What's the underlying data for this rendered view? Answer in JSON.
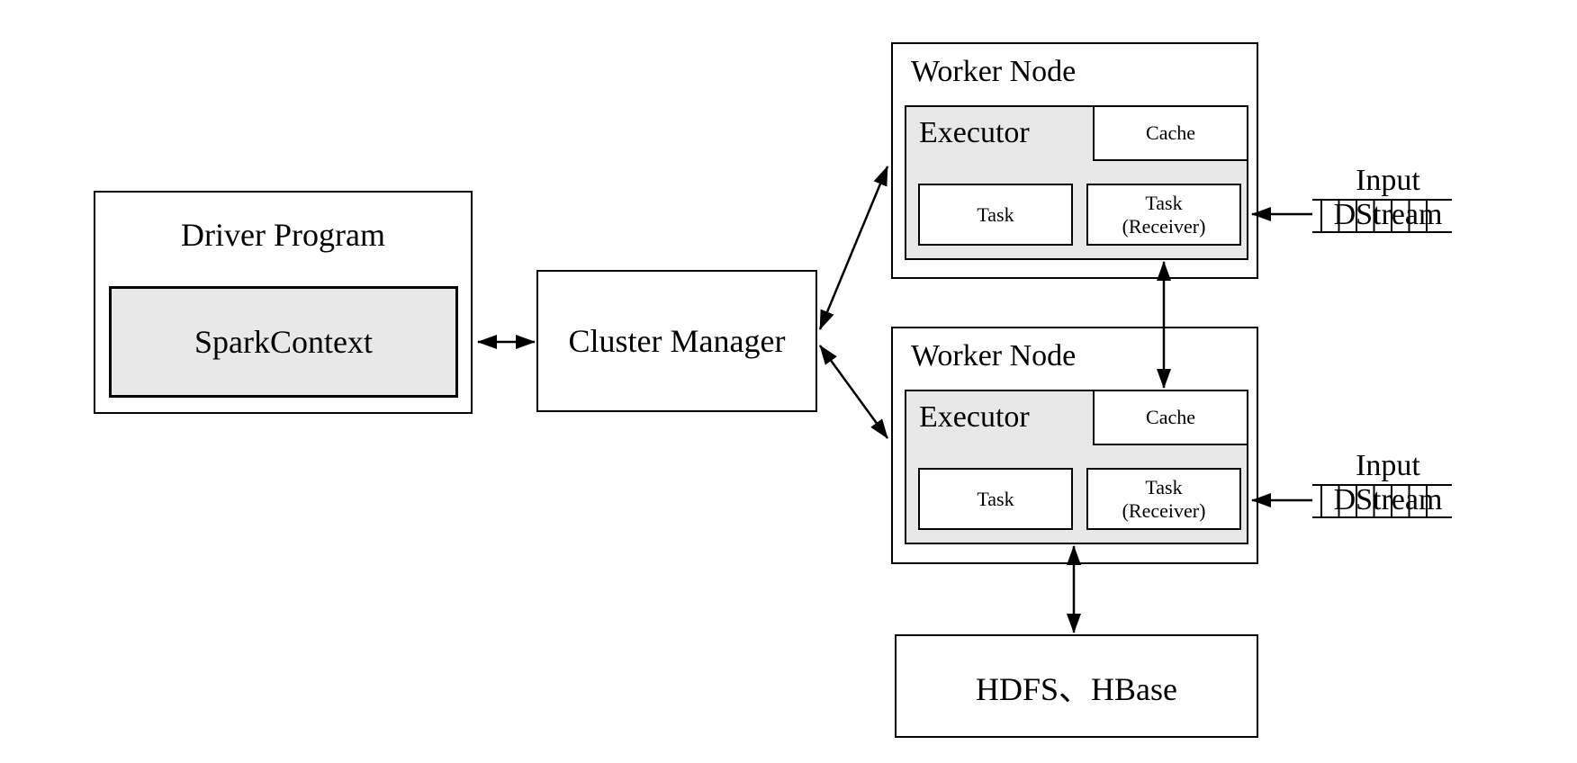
{
  "diagram_title": "Spark Streaming cluster architecture",
  "colors": {
    "background": "#ffffff",
    "box_border": "#000000",
    "box_fill_white": "#ffffff",
    "box_fill_gray": "#e8e8e8",
    "text": "#000000"
  },
  "driver": {
    "title": "Driver Program",
    "spark_context_label": "SparkContext"
  },
  "cluster_manager": {
    "label": "Cluster Manager"
  },
  "workers": [
    {
      "title": "Worker Node",
      "executor_label": "Executor",
      "cache_label": "Cache",
      "task_label": "Task",
      "receiver_line1": "Task",
      "receiver_line2": "(Receiver)"
    },
    {
      "title": "Worker Node",
      "executor_label": "Executor",
      "cache_label": "Cache",
      "task_label": "Task",
      "receiver_line1": "Task",
      "receiver_line2": "(Receiver)"
    }
  ],
  "storage": {
    "label": "HDFS、HBase"
  },
  "input_streams": [
    {
      "label": "Input DStream",
      "segments": 6
    },
    {
      "label": "Input DStream",
      "segments": 6
    }
  ]
}
